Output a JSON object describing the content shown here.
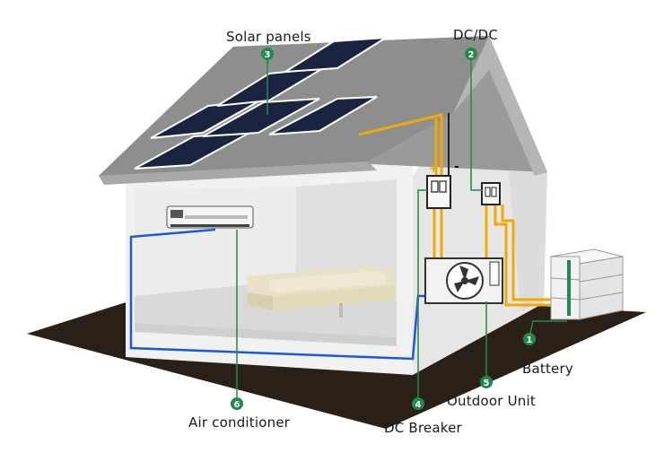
{
  "labels": {
    "solar_panels": "Solar panels",
    "dcdc": "DC/DC",
    "battery": "Battery",
    "outdoor_unit": "Outdoor Unit",
    "dc_breaker": "DC Breaker",
    "air_conditioner": "Air conditioner"
  },
  "markers": {
    "battery": "1",
    "dcdc": "2",
    "solar_panels": "3",
    "dc_breaker": "4",
    "outdoor_unit": "5",
    "air_conditioner": "6"
  },
  "polarity": {
    "plus": "+",
    "minus": "-"
  },
  "colors": {
    "marker_green": "#1f8a4c",
    "dc_wire": "#f2a900",
    "ac_wire": "#2255dd",
    "ground": "#2a2018",
    "roof": "#9a9a9a",
    "panel": "#1a2340"
  }
}
